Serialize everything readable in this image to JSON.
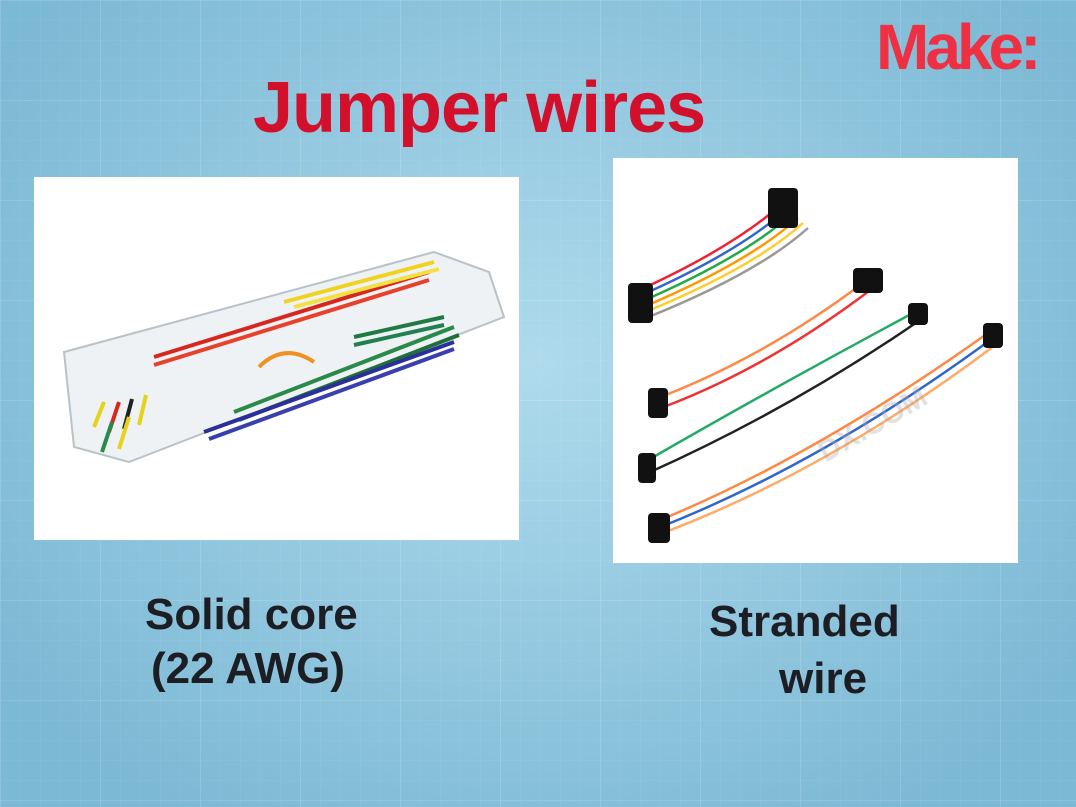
{
  "logo": "Make:",
  "title": "Jumper wires",
  "left": {
    "caption_line1": "Solid core",
    "caption_line2": "(22 AWG)"
  },
  "right": {
    "caption_line1": "Stranded",
    "caption_line2": "wire",
    "watermark": "DX.COM"
  },
  "colors": {
    "title": "#d3102c",
    "logo": "#ee3042",
    "caption": "#1d1d24"
  }
}
